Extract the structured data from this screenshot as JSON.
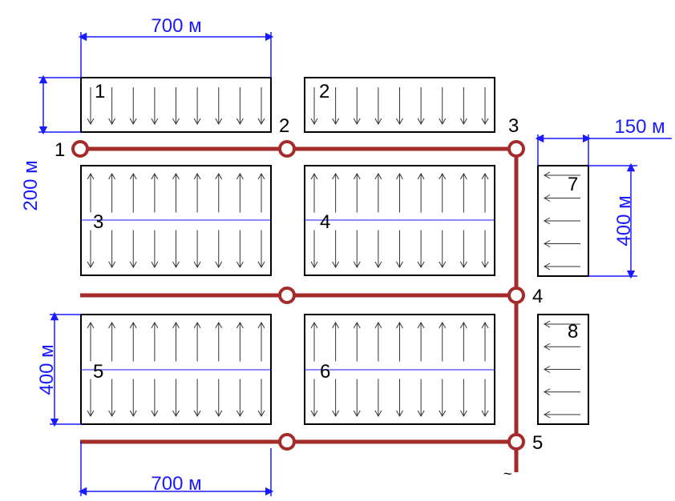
{
  "colors": {
    "pipe": "#a52a2a",
    "dimension": "#1a1aff",
    "block": "#000000",
    "arrow": "#333333"
  },
  "blocks": [
    {
      "id": "1",
      "label": "1",
      "direction": "down"
    },
    {
      "id": "2",
      "label": "2",
      "direction": "down"
    },
    {
      "id": "3",
      "label": "3",
      "direction": "up-down"
    },
    {
      "id": "4",
      "label": "4",
      "direction": "up-down"
    },
    {
      "id": "5",
      "label": "5",
      "direction": "up-down"
    },
    {
      "id": "6",
      "label": "6",
      "direction": "up-down"
    },
    {
      "id": "7",
      "label": "7",
      "direction": "left"
    },
    {
      "id": "8",
      "label": "8",
      "direction": "left"
    }
  ],
  "nodes": [
    {
      "id": "n1",
      "label": "1"
    },
    {
      "id": "n2",
      "label": "2"
    },
    {
      "id": "n3",
      "label": "3"
    },
    {
      "id": "n4",
      "label": "4"
    },
    {
      "id": "n5",
      "label": "5"
    },
    {
      "id": "n6",
      "label": ""
    },
    {
      "id": "n7",
      "label": ""
    }
  ],
  "dimensions": [
    {
      "id": "top-width",
      "text": "700 м"
    },
    {
      "id": "row1-height",
      "text": "200 м"
    },
    {
      "id": "side-width",
      "text": "150 м"
    },
    {
      "id": "side-height",
      "text": "400 м"
    },
    {
      "id": "row3-height",
      "text": "400 м"
    },
    {
      "id": "bottom-width",
      "text": "700 м"
    }
  ],
  "outlet_symbol": "~"
}
